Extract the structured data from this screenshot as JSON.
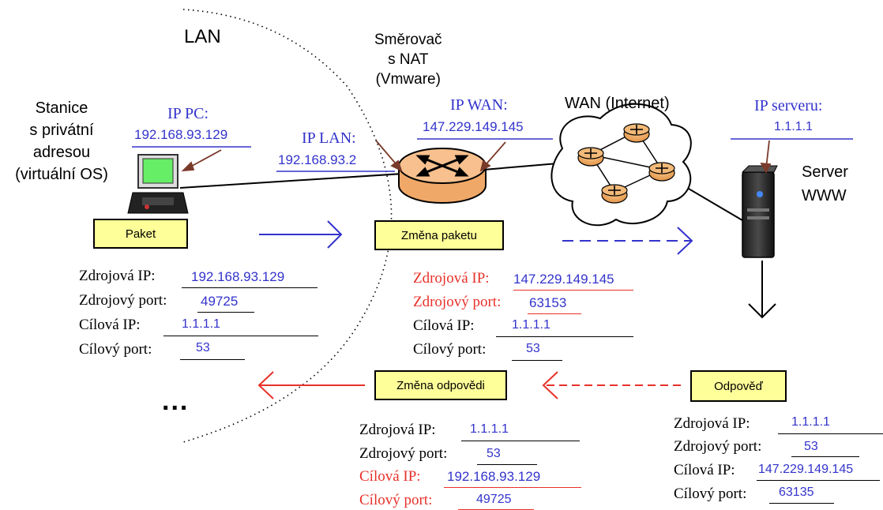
{
  "labels": {
    "lan": "LAN",
    "router": [
      "Směrovač",
      "s NAT",
      "(Vmware)"
    ],
    "station": [
      "Stanice",
      "s privátní",
      "adresou",
      "(virtuální OS)"
    ],
    "wan": "WAN (Internet)",
    "server": [
      "Server",
      "WWW"
    ],
    "ellipsis": "..."
  },
  "addresses": {
    "ip_pc_label": "IP PC:",
    "ip_pc": "192.168.93.129",
    "ip_lan_label": "IP LAN:",
    "ip_lan": "192.168.93.2",
    "ip_wan_label": "IP WAN:",
    "ip_wan": "147.229.149.145",
    "ip_server_label": "IP serveru:",
    "ip_server": "1.1.1.1"
  },
  "boxes": {
    "paket": "Paket",
    "zmena_paketu": "Změna paketu",
    "zmena_odpovedi": "Změna odpovědi",
    "odpoved": "Odpověď"
  },
  "field_labels": {
    "src_ip": "Zdrojová IP:",
    "src_port": "Zdrojový port:",
    "dst_ip": "Cílová IP:",
    "dst_port": "Cílový port:"
  },
  "packet_original": {
    "src_ip": "192.168.93.129",
    "src_port": "49725",
    "dst_ip": "1.1.1.1",
    "dst_port": "53"
  },
  "packet_changed": {
    "src_ip": "147.229.149.145",
    "src_port": "63153",
    "dst_ip": "1.1.1.1",
    "dst_port": "53"
  },
  "response_changed": {
    "src_ip": "1.1.1.1",
    "src_port": "53",
    "dst_ip": "192.168.93.129",
    "dst_port": "49725"
  },
  "response_original": {
    "src_ip": "1.1.1.1",
    "src_port": "53",
    "dst_ip": "147.229.149.145",
    "dst_port": "63135"
  },
  "colors": {
    "blue": "#3333cc",
    "red": "#e8312a",
    "box_fill": "#ffff99",
    "router": "#f4b183",
    "monitor": "#66ee66"
  }
}
